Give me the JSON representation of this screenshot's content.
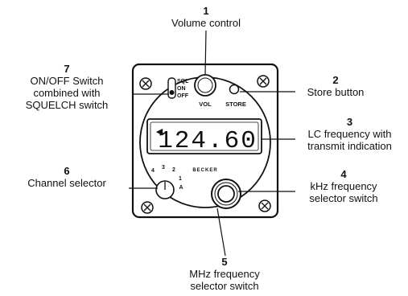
{
  "callouts": [
    {
      "id": 1,
      "number": "1",
      "lines": [
        "Volume control"
      ]
    },
    {
      "id": 2,
      "number": "2",
      "lines": [
        "Store button"
      ]
    },
    {
      "id": 3,
      "number": "3",
      "lines": [
        "LC frequency with",
        "transmit indication"
      ]
    },
    {
      "id": 4,
      "number": "4",
      "lines": [
        "kHz frequency",
        "selector switch"
      ]
    },
    {
      "id": 5,
      "number": "5",
      "lines": [
        "MHz frequency",
        "selector switch"
      ]
    },
    {
      "id": 6,
      "number": "6",
      "lines": [
        "Channel selector"
      ]
    },
    {
      "id": 7,
      "number": "7",
      "lines": [
        "ON/OFF Switch",
        "combined with",
        "SQUELCH switch"
      ]
    }
  ],
  "panel": {
    "switch_positions": [
      "SQL",
      "ON",
      "OFF"
    ],
    "vol_label": "VOL",
    "store_label": "STORE",
    "brand_label": "BECKER",
    "channel_marks": [
      "4",
      "3",
      "2",
      "1",
      "A"
    ],
    "display_frequency": "124.60",
    "transmit_indicator": "◀",
    "colors": {
      "outline": "#111111",
      "panel_fill": "#ffffff",
      "display_fill": "#ffffff"
    }
  }
}
